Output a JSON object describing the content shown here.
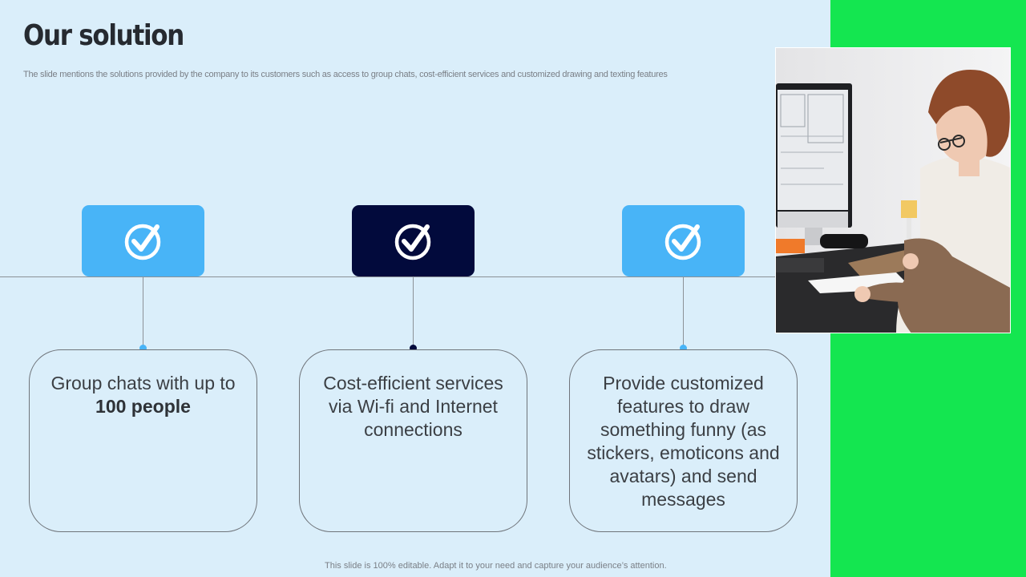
{
  "slide": {
    "title": "Our solution",
    "subtitle": "The slide mentions the solutions provided by the company to its customers such as access to group chats, cost-efficient services and customized drawing and texting features",
    "footer": "This slide is 100% editable. Adapt it to your need and capture your audience’s attention."
  },
  "colors": {
    "background": "#daeefa",
    "accent_green": "#14e650",
    "accent_blue": "#48b4f7",
    "accent_navy": "#020a3c"
  },
  "solutions": [
    {
      "icon": "check-circle-icon",
      "style": "light",
      "text_before": "Group chats with up to ",
      "text_bold": "100 people",
      "text_after": ""
    },
    {
      "icon": "check-circle-icon",
      "style": "dark",
      "text_before": "Cost-efficient services via Wi-fi and Internet connections",
      "text_bold": "",
      "text_after": ""
    },
    {
      "icon": "check-circle-icon",
      "style": "light",
      "text_before": "Provide customized features to draw something funny (as stickers, emoticons and avatars) and send messages",
      "text_bold": "",
      "text_after": ""
    }
  ],
  "image": {
    "subject": "woman-working-at-desk-photo"
  }
}
